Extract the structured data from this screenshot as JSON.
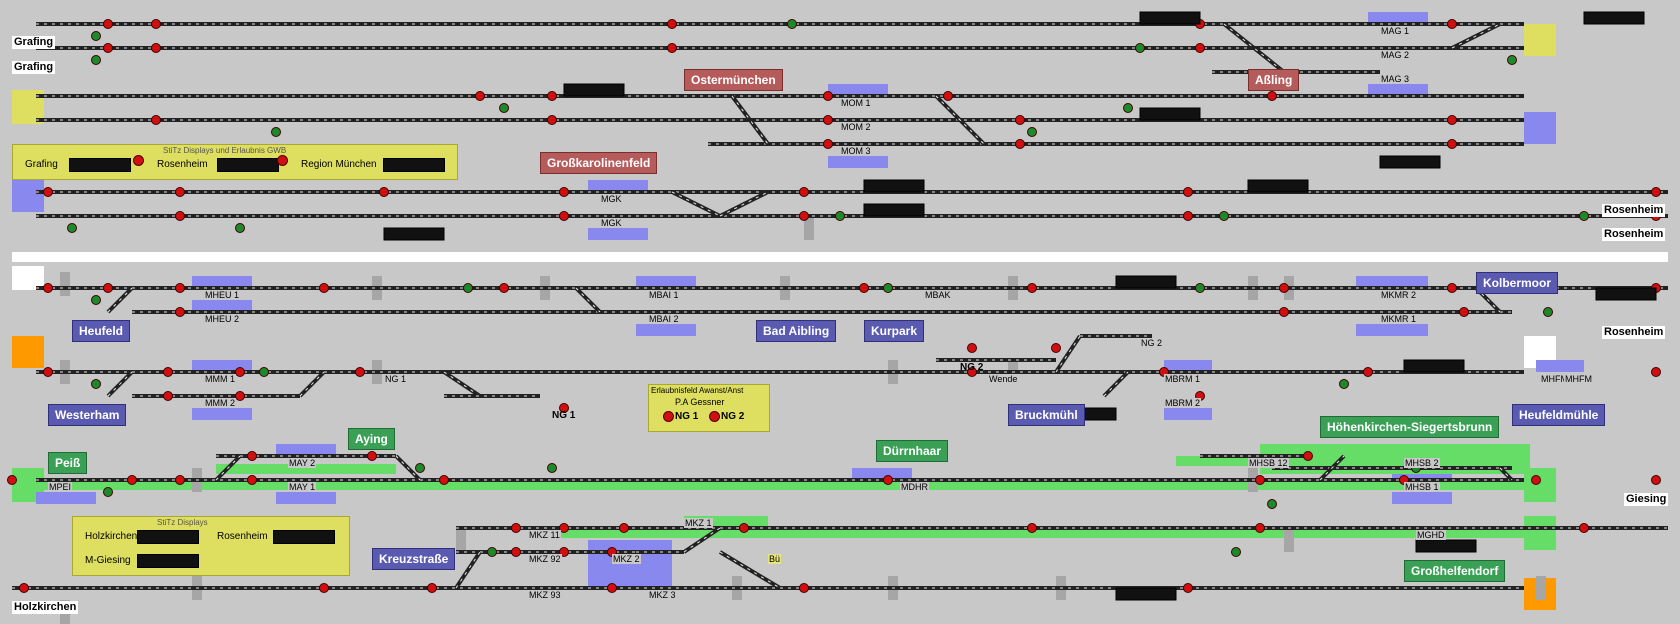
{
  "cities": {
    "grafing_1": "Grafing",
    "grafing_2": "Grafing",
    "rosenheim_1": "Rosenheim",
    "rosenheim_2": "Rosenheim",
    "rosenheim_3": "Rosenheim",
    "giesing": "Giesing",
    "holzkirchen": "Holzkirchen"
  },
  "stations": {
    "ostermuenchen": "Ostermünchen",
    "assling": "Aßling",
    "grosskarolinenfeld": "Großkarolinenfeld",
    "heufeld": "Heufeld",
    "bad_aibling": "Bad Aibling",
    "kurpark": "Kurpark",
    "kolbermoor": "Kolbermoor",
    "westerham": "Westerham",
    "bruckmuehl": "Bruckmühl",
    "heufeldmuehle": "Heufeldmühle",
    "peiss": "Peiß",
    "aying": "Aying",
    "duerrnhaar": "Dürrnhaar",
    "hoehenkirchen": "Höhenkirchen-Siegertsbrunn",
    "kreuzstrasse": "Kreuzstraße",
    "grosshelfendorf": "Großhelfendorf"
  },
  "track_labels": {
    "mag1": "MAG 1",
    "mag2": "MAG 2",
    "mag3": "MAG 3",
    "mom1": "MOM 1",
    "mom2": "MOM 2",
    "mom3": "MOM 3",
    "mgk1": "MGK",
    "mgk2": "MGK",
    "mheu1": "MHEU 1",
    "mheu2": "MHEU 2",
    "mbai1": "MBAI 1",
    "mbai2": "MBAI 2",
    "mbak": "MBAK",
    "mkmr2": "MKMR 2",
    "mkmr1": "MKMR 1",
    "mmm1": "MMM 1",
    "mmm2": "MMM 2",
    "ng1": "NG 1",
    "ng2": "NG 2",
    "ng2b": "NG 2",
    "wende": "Wende",
    "mbrm1": "MBRM 1",
    "mbrm2": "MBRM 2",
    "mhfm1": "MHFM",
    "mhfm2": "MHFM",
    "may2": "MAY 2",
    "may1": "MAY 1",
    "mpei": "MPEI",
    "mdhr": "MDHR",
    "mhsb12": "MHSB 12",
    "mhsb2": "MHSB 2",
    "mhsb1": "MHSB 1",
    "mkz11": "MKZ 11",
    "mkz92": "MKZ 92",
    "mkz93": "MKZ 93",
    "mkz1": "MKZ 1",
    "mkz2": "MKZ 2",
    "mkz3": "MKZ 3",
    "mghd": "MGHD",
    "bue": "Bü",
    "ng1_iso": "NG 1"
  },
  "panels": {
    "stitz_top": {
      "title": "StiTz Displays    und Erlaubnis GWB",
      "grafing": "Grafing",
      "rosenheim": "Rosenheim",
      "region": "Region München"
    },
    "erlaubnis": {
      "title": "Erlaubnisfeld Awanst/Anst",
      "subtitle": "P.A Gessner",
      "ng1": "NG 1",
      "ng2": "NG 2"
    },
    "stitz_bottom": {
      "title": "StiTz Displays",
      "holzkirchen": "Holzkirchen",
      "rosenheim": "Rosenheim",
      "mgiesing": "M-Giesing"
    }
  },
  "colors": {
    "background": "#c8c8c8",
    "track": "#222222",
    "signal_red": "#d01010",
    "signal_green": "#1a8a2a",
    "panel_yellow": "#dede60",
    "platform_blue": "#8888ee",
    "track_green": "#66dd66",
    "station_red": "#b65b5b",
    "station_blue": "#5a5ab0",
    "station_green": "#3aa055",
    "endpoint_orange": "#ff9900"
  }
}
